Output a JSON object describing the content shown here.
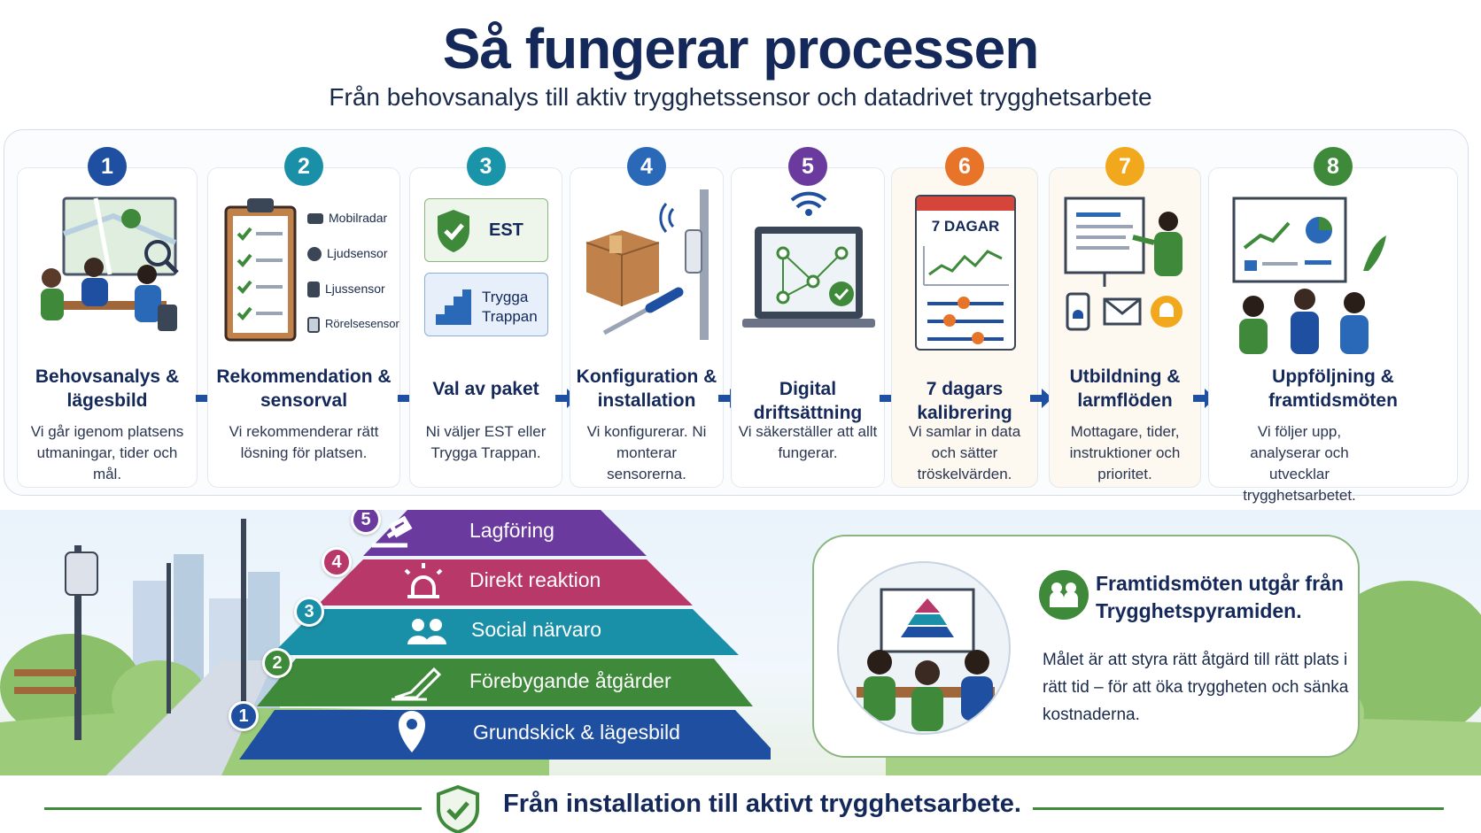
{
  "title": "Så fungerar processen",
  "subtitle": "Från behovsanalys till aktiv trygghetssensor och datadrivet trygghetsarbete",
  "colors": {
    "navy": "#14285a",
    "step_1": "#1e4fa0",
    "step_2": "#1a8fa8",
    "step_3": "#1a94a8",
    "step_4": "#2a68b8",
    "step_5": "#6a3a9e",
    "step_6": "#e8742a",
    "step_7": "#f2a81c",
    "step_8": "#3e8a3a"
  },
  "steps": [
    {
      "num": "1",
      "title": "Behovsanalys & lägesbild",
      "desc": "Vi går igenom platsens utmaningar, tider och mål."
    },
    {
      "num": "2",
      "title": "Rekommendation & sensorval",
      "desc": "Vi rekommenderar rätt lösning för platsen.",
      "sensors": [
        "Mobilradar",
        "Ljudsensor",
        "Ljussensor",
        "Rörelsesensor"
      ]
    },
    {
      "num": "3",
      "title": "Val av paket",
      "desc": "Ni väljer EST eller Trygga Trappan.",
      "packages": [
        "EST",
        "Trygga Trappan"
      ]
    },
    {
      "num": "4",
      "title": "Konfiguration & installation",
      "desc": "Vi konfigurerar. Ni monterar sensorerna."
    },
    {
      "num": "5",
      "title": "Digital driftsättning",
      "desc": "Vi säkerställer att allt fungerar."
    },
    {
      "num": "6",
      "title": "7 dagars kalibrering",
      "desc": "Vi samlar in data och sätter tröskelvärden.",
      "calendar_label": "7 DAGAR"
    },
    {
      "num": "7",
      "title": "Utbildning & larmflöden",
      "desc": "Mottagare, tider, instruktioner och prioritet."
    },
    {
      "num": "8",
      "title": "Uppföljning & framtidsmöten",
      "desc": "Vi följer upp, analyserar och utvecklar trygghetsarbetet."
    }
  ],
  "pyramid": [
    {
      "num": "5",
      "label": "Lagföring",
      "color": "#6a3a9e",
      "icon": "gavel-icon"
    },
    {
      "num": "4",
      "label": "Direkt reaktion",
      "color": "#b8386a",
      "icon": "alarm-light-icon"
    },
    {
      "num": "3",
      "label": "Social närvaro",
      "color": "#1a8fa8",
      "icon": "people-icon"
    },
    {
      "num": "2",
      "label": "Förebygande åtgärder",
      "color": "#3e8a3a",
      "icon": "hand-pen-icon"
    },
    {
      "num": "1",
      "label": "Grundskick & lägesbild",
      "color": "#1e4fa0",
      "icon": "location-pin-icon"
    }
  ],
  "meeting": {
    "heading": "Framtidsmöten utgår från Trygghetspyramiden.",
    "body": "Målet är att styra rätt åtgärd till rätt plats i rätt tid – för att öka tryggheten och sänka kostnaderna."
  },
  "footer": "Från installation till aktivt trygghetsarbete."
}
